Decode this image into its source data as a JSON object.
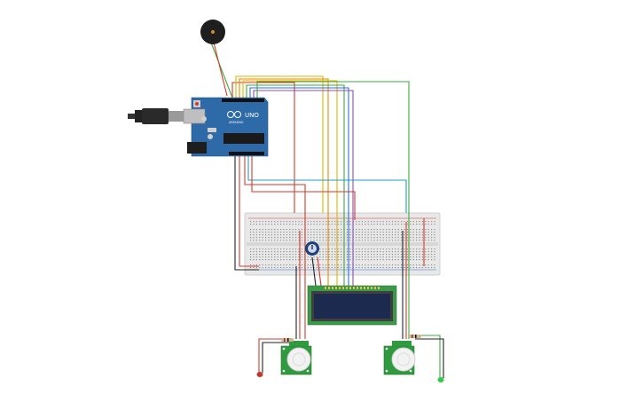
{
  "arduino": {
    "brand_text": "UNO",
    "board_label": "ARDUINO"
  },
  "components": {
    "buzzer": "piezo-buzzer",
    "usb": "usb-cable",
    "breadboard": "breadboard",
    "potentiometer": "potentiometer",
    "lcd": "lcd-16x2",
    "pir_left": "pir-sensor",
    "pir_right": "pir-sensor",
    "led_left": "red-led",
    "led_right": "green-led"
  },
  "colors": {
    "arduino": "#2e6aa8",
    "lcd_pcb": "#3a9a4a",
    "lcd_screen": "#1c2a4f",
    "pir_pcb": "#2f9a3f",
    "breadboard": "#e6e6e6",
    "wire_red": "#d33a2c",
    "wire_yellow": "#e0b400",
    "wire_orange": "#e68a00",
    "wire_green": "#3ea83e",
    "wire_blue": "#2f6fd6",
    "wire_purple": "#8a4cc7",
    "wire_cyan": "#1f9fc4",
    "wire_black": "#222222"
  }
}
